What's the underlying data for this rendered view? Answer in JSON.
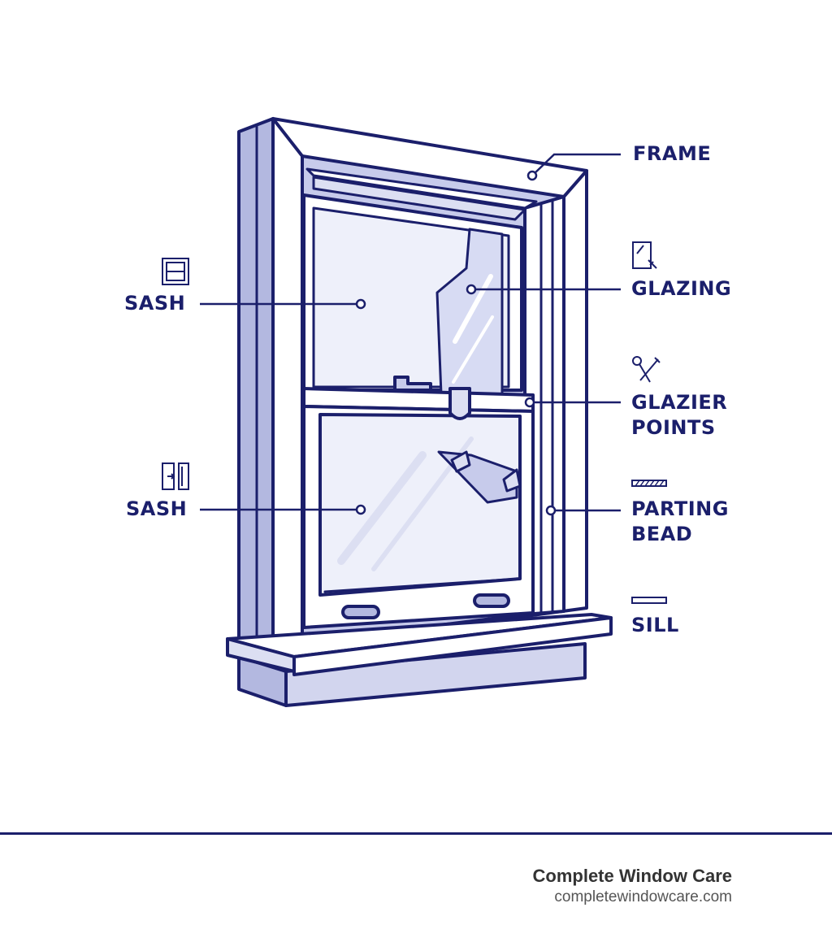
{
  "labels": {
    "frame": "FRAME",
    "glazing": "GLAZING",
    "glazier_points_line1": "GLAZIER",
    "glazier_points_line2": "POINTS",
    "parting_bead_line1": "PARTING",
    "parting_bead_line2": "BEAD",
    "sill": "SILL",
    "sash_upper": "SASH",
    "sash_lower": "SASH"
  },
  "icons": {
    "sash_upper": "sash-window-icon",
    "sash_lower": "sliding-sash-icon",
    "glazing": "glass-pane-icon",
    "glazier_points": "glazier-tools-icon",
    "parting_bead": "parting-bead-strip-icon",
    "sill": "sill-bar-icon"
  },
  "footer": {
    "brand_name": "Complete Window Care",
    "brand_url": "completewindowcare.com"
  },
  "colors": {
    "navy": "#1b1f6b",
    "fill_light": "#dcdff2",
    "fill_mid": "#b3b8e0",
    "glass": "#eef0fa"
  }
}
